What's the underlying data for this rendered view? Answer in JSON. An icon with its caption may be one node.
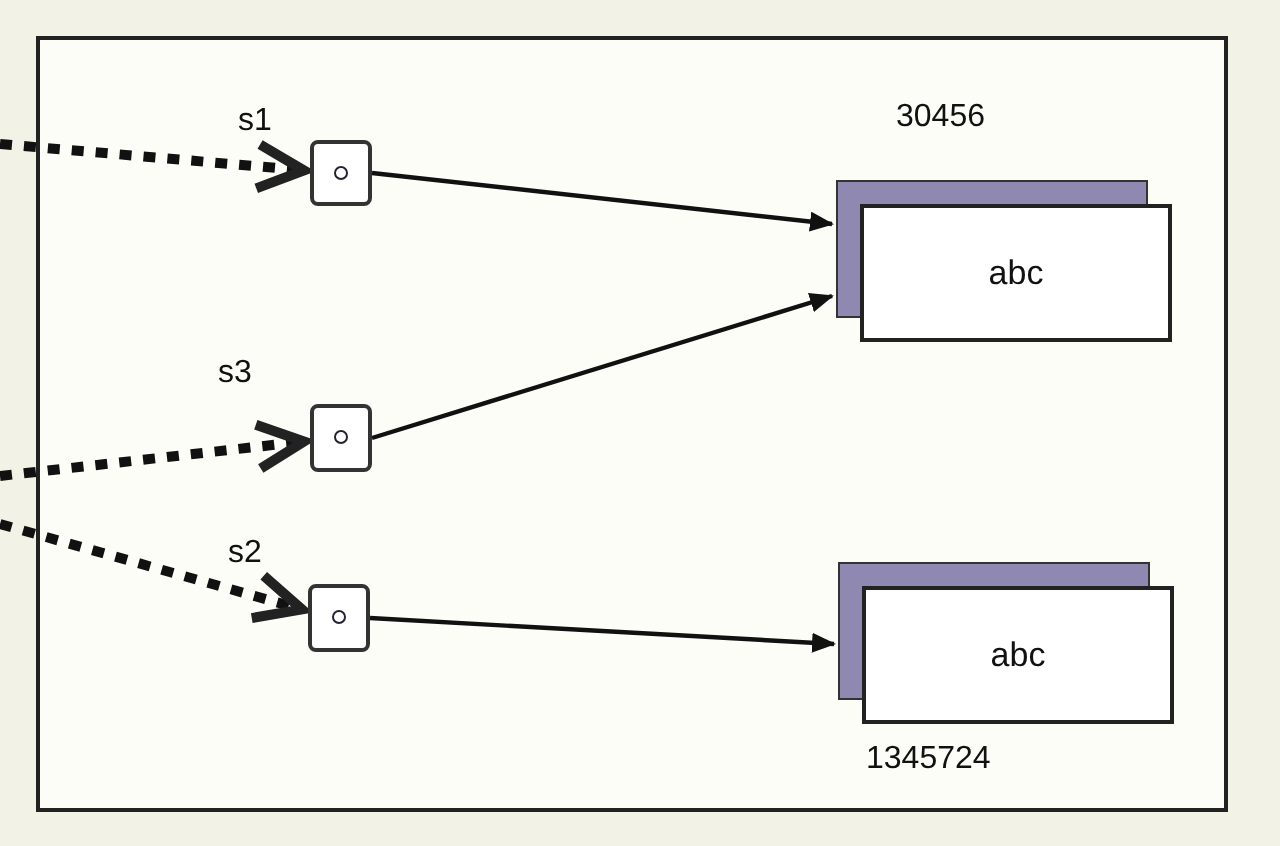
{
  "diagram": {
    "nodes": [
      {
        "text": [],
        "shape": "box"
      },
      {
        "text": [],
        "shape": "box",
        "in": 0,
        "beside": [
          "s1"
        ]
      },
      {
        "text": [],
        "shape": "box",
        "in": 0,
        "beside": [
          "s3"
        ]
      },
      {
        "text": [],
        "shape": "box",
        "in": 0,
        "beside": [
          "s2"
        ]
      },
      {
        "text": [
          "abc"
        ],
        "in": 0,
        "beside": [
          "30456"
        ]
      },
      {
        "text": [
          "abc"
        ],
        "in": 0,
        "beside": [
          "1345724"
        ]
      }
    ],
    "edges": [
      {
        "from": null,
        "to": 1,
        "arrow": "to",
        "style": "dashed"
      },
      {
        "from": null,
        "to": 2,
        "arrow": "to",
        "style": "dashed"
      },
      {
        "from": null,
        "to": 3,
        "arrow": "to",
        "style": "dashed"
      },
      {
        "from": 1,
        "to": 4,
        "arrow": "to"
      },
      {
        "from": 2,
        "to": 4,
        "arrow": "to"
      },
      {
        "from": 3,
        "to": 5,
        "arrow": "to"
      }
    ]
  }
}
